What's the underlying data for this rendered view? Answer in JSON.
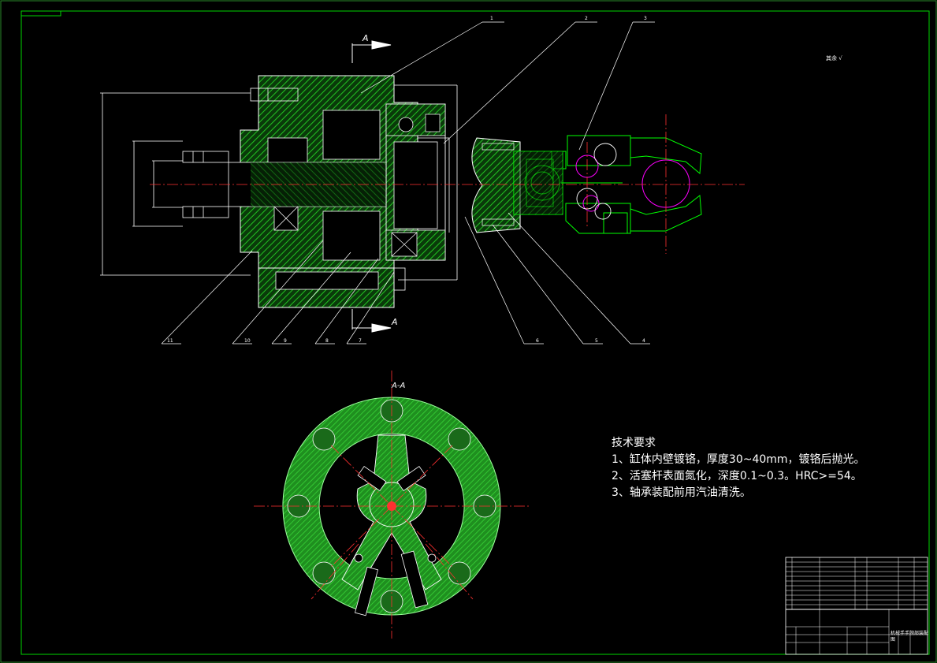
{
  "drawing": {
    "section_label_top": "A",
    "section_label_bottom": "A",
    "section_view_title": "A-A",
    "roughness_note": "其余 √",
    "callouts": [
      "1",
      "2",
      "3",
      "4",
      "5",
      "6",
      "7",
      "8",
      "9",
      "10",
      "11"
    ]
  },
  "tech_requirements": {
    "title": "技术要求",
    "items": [
      "1、缸体内壁镀铬，厚度30~40mm，镀铬后抛光。",
      "2、活塞杆表面氮化，深度0.1~0.3。HRC>=54。",
      "3、轴承装配前用汽油清洗。"
    ]
  },
  "title_block": {
    "drawing_name": "机械手手腕部装配图"
  },
  "colors": {
    "background": "#000000",
    "border": "#00ff00",
    "hatch": "#00ff00",
    "outline": "#ffffff",
    "centerline": "#ff0000",
    "hidden": "#ff00ff"
  }
}
